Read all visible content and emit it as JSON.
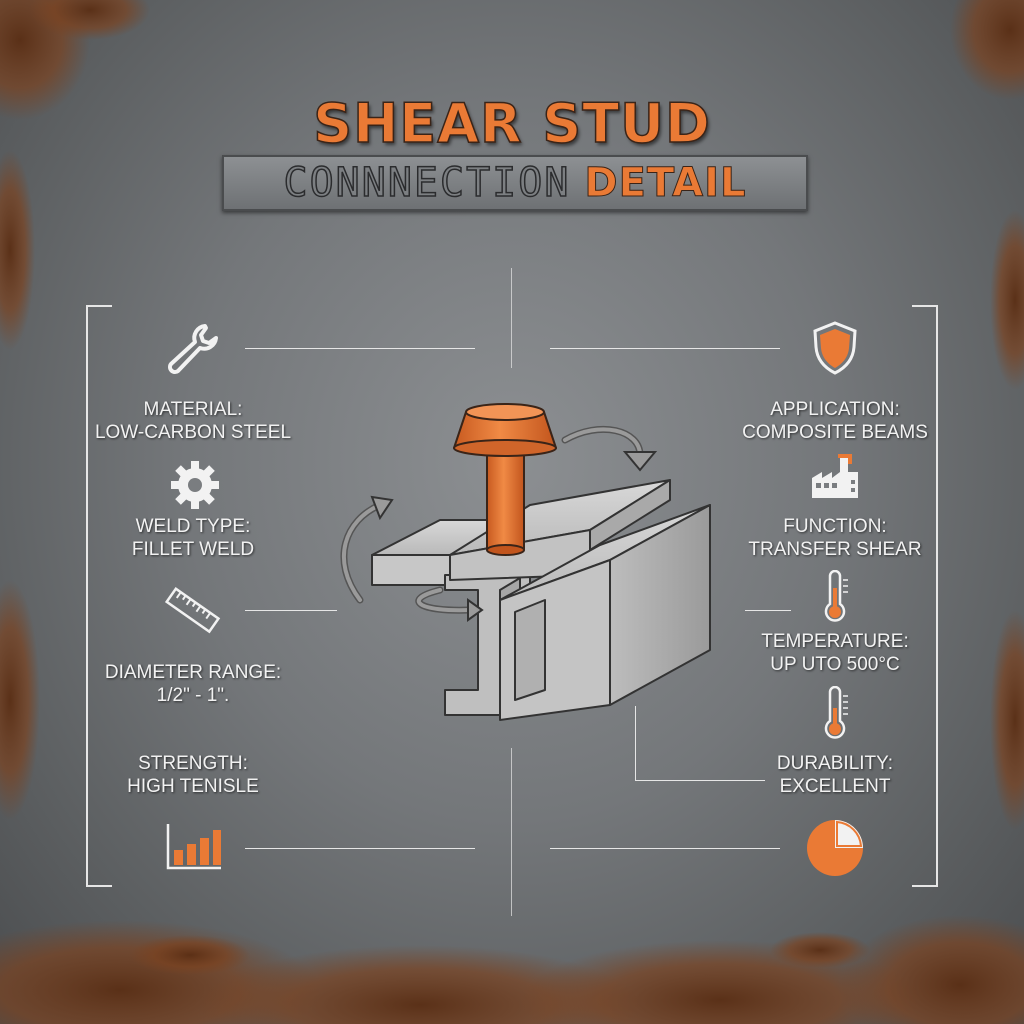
{
  "title": {
    "line1": "SHEAR STUD",
    "line2a": "CONNNECTION",
    "line2b": "DETAIL"
  },
  "colors": {
    "accent": "#ea7a35",
    "metal": "#7a7d80",
    "rust": "#6b3a1e",
    "line": "#e6e6e6"
  },
  "left_items": [
    {
      "icon": "wrench-icon",
      "heading": "MATERIAL:",
      "value": "LOW-CARBON STEEL"
    },
    {
      "icon": "gear-icon",
      "heading": "WELD TYPE:",
      "value": "FILLET WELD"
    },
    {
      "icon": "ruler-icon",
      "heading": "DIAMETER RANGE:",
      "value": "1/2\" - 1\"."
    },
    {
      "icon": "bar-chart-icon",
      "heading": "STRENGTH:",
      "value": "HIGH TENISLE"
    }
  ],
  "right_items": [
    {
      "icon": "shield-icon",
      "heading": "APPLICATION:",
      "value": "COMPOSITE BEAMS"
    },
    {
      "icon": "factory-icon",
      "heading": "FUNCTION:",
      "value": "TRANSFER SHEAR"
    },
    {
      "icon": "thermometer-icon",
      "heading": "TEMPERATURE:",
      "value": "UP UTO 500°C"
    },
    {
      "icon": "pie-chart-icon",
      "heading": "DURABILITY:",
      "value": "EXCELLENT"
    }
  ]
}
